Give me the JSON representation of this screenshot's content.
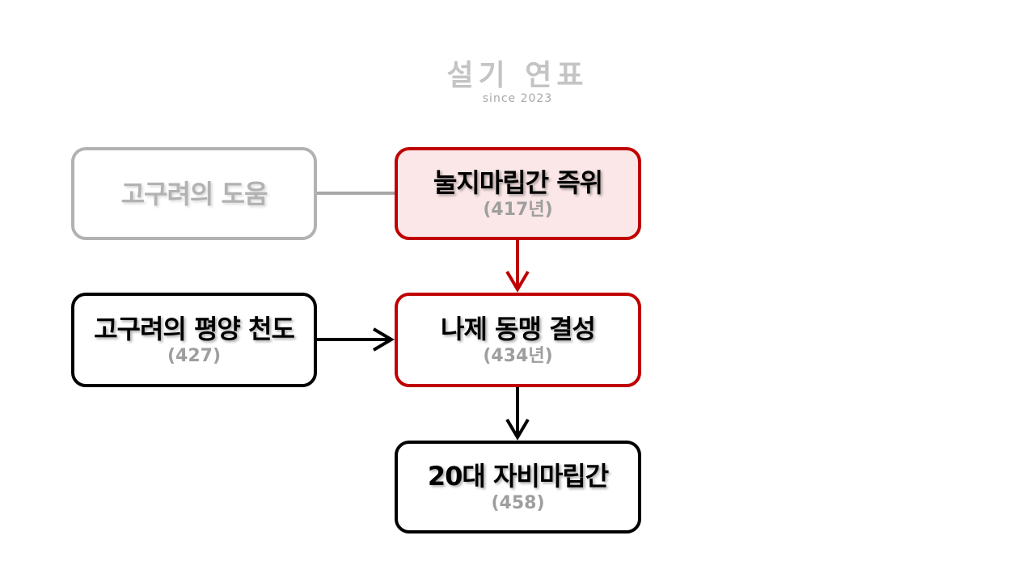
{
  "logo": {
    "title": "설기 연표",
    "subtitle": "since 2023"
  },
  "nodes": {
    "goguryeo_help": {
      "label": "고구려의 도움"
    },
    "nulji": {
      "label": "눌지마립간 즉위",
      "year": "(417년)"
    },
    "pyongyang": {
      "label": "고구려의 평양 천도",
      "year": "(427)"
    },
    "naje": {
      "label": "나제 동맹 결성",
      "year": "(434년)"
    },
    "jabi": {
      "label": "20대 자비마립간",
      "year": "(458)"
    }
  },
  "colors": {
    "red": "#c00000",
    "gray": "#b2b2b2",
    "black": "#000000",
    "pink_fill": "#fbe7e7"
  }
}
